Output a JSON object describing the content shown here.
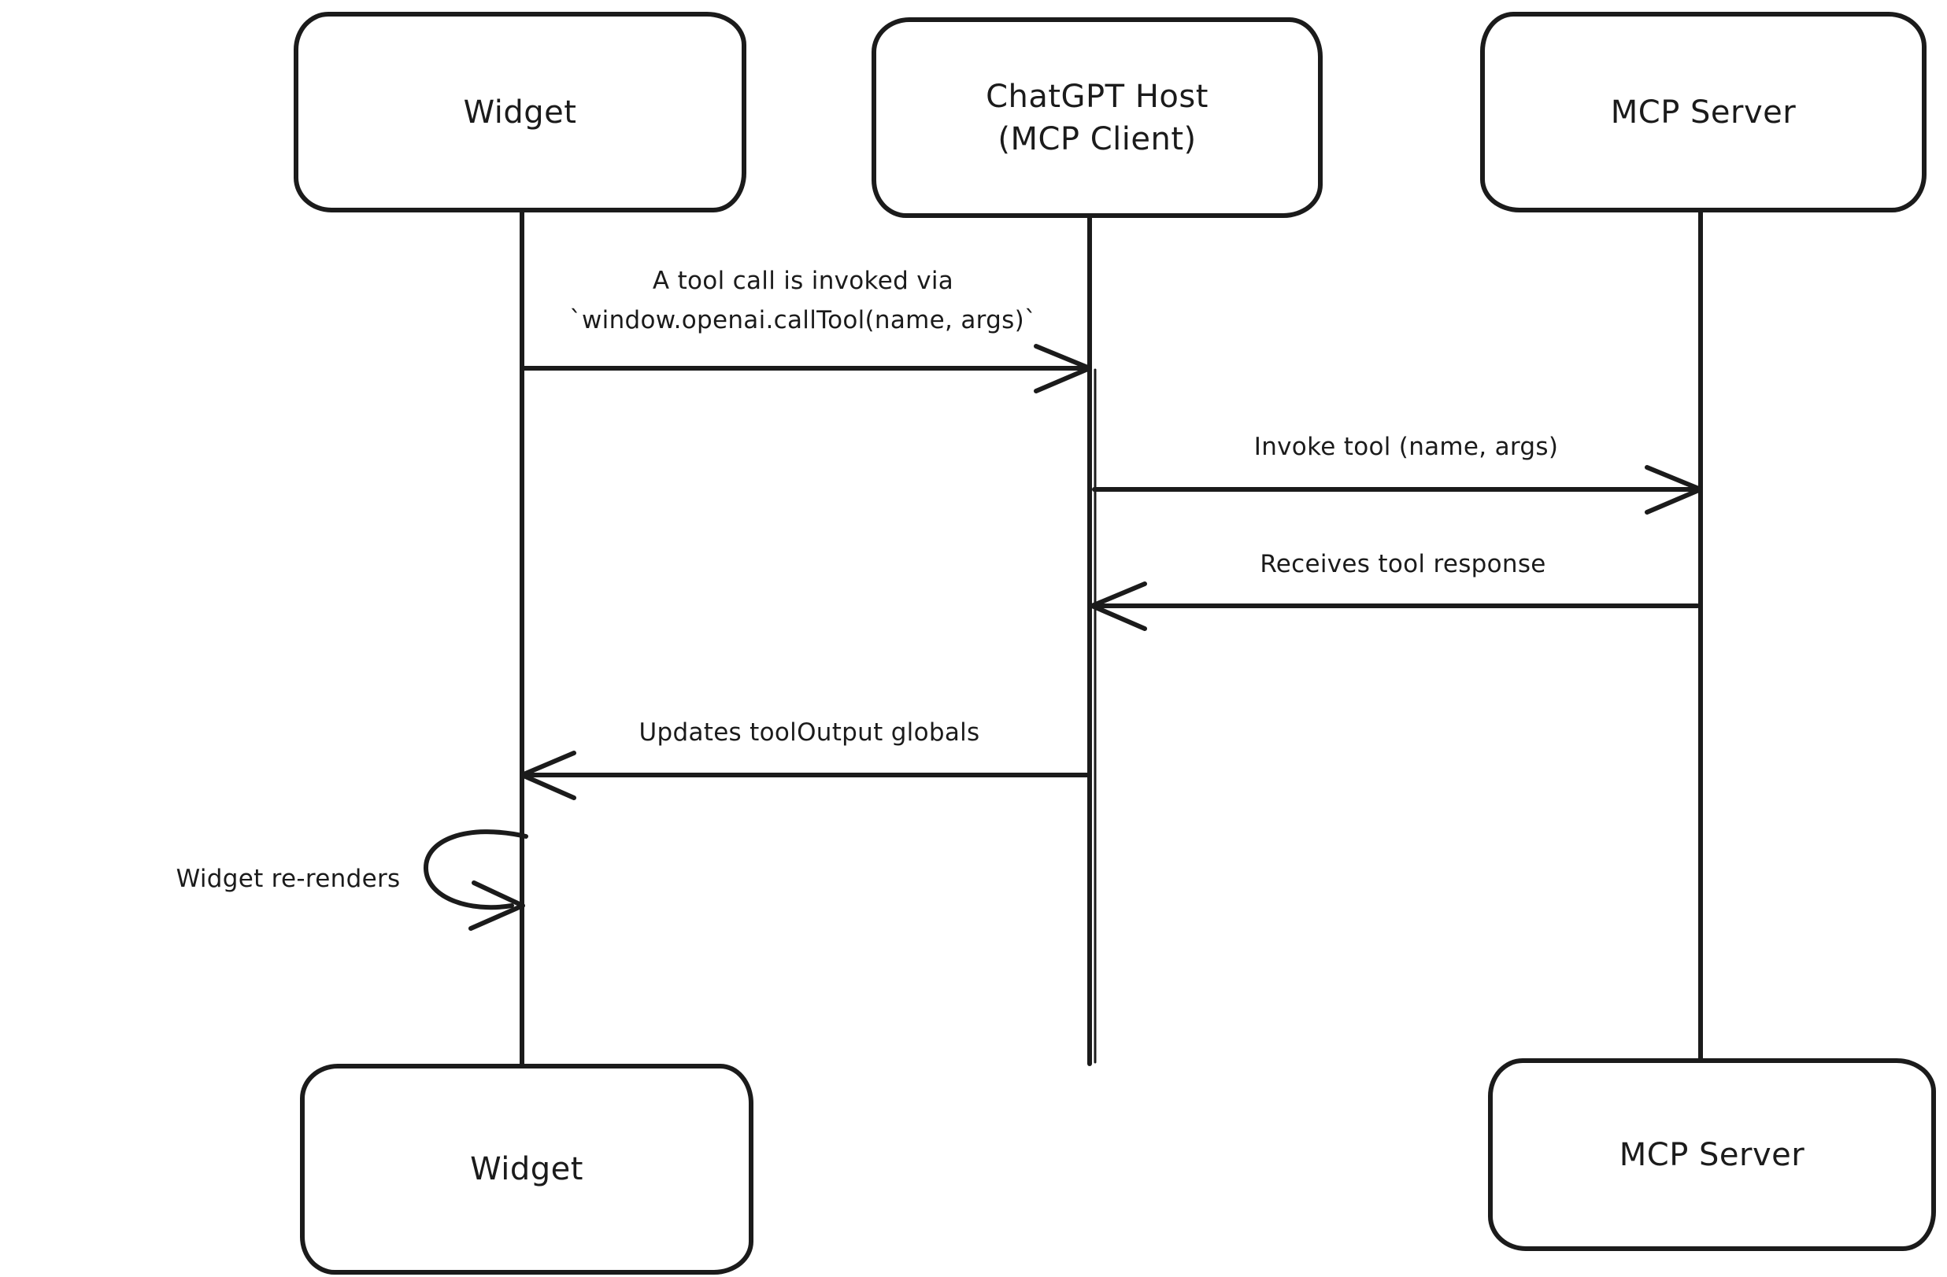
{
  "diagram": {
    "type": "sequence-diagram",
    "style": "hand-drawn",
    "background_color": "#ffffff",
    "ink_color": "#1b1b1b",
    "actors": [
      {
        "id": "widget",
        "label": "Widget"
      },
      {
        "id": "chatgpt-host",
        "label_line1": "ChatGPT Host",
        "label_line2": "(MCP Client)"
      },
      {
        "id": "mcp-server",
        "label": "MCP Server"
      }
    ],
    "bottom_actors": [
      {
        "id": "widget",
        "label": "Widget"
      },
      {
        "id": "mcp-server",
        "label": "MCP Server"
      }
    ],
    "messages": [
      {
        "from": "Widget",
        "to": "ChatGPT Host (MCP Client)",
        "direction": "right",
        "line1": "A tool call is invoked via",
        "line2": "`window.openai.callTool(name, args)`"
      },
      {
        "from": "ChatGPT Host (MCP Client)",
        "to": "MCP Server",
        "direction": "right",
        "line1": "Invoke tool (name, args)"
      },
      {
        "from": "MCP Server",
        "to": "ChatGPT Host (MCP Client)",
        "direction": "left",
        "line1": "Receives tool response"
      },
      {
        "from": "ChatGPT Host (MCP Client)",
        "to": "Widget",
        "direction": "left",
        "line1": "Updates toolOutput globals"
      },
      {
        "from": "Widget",
        "to": "Widget",
        "direction": "self",
        "line1": "Widget re-renders"
      }
    ]
  }
}
